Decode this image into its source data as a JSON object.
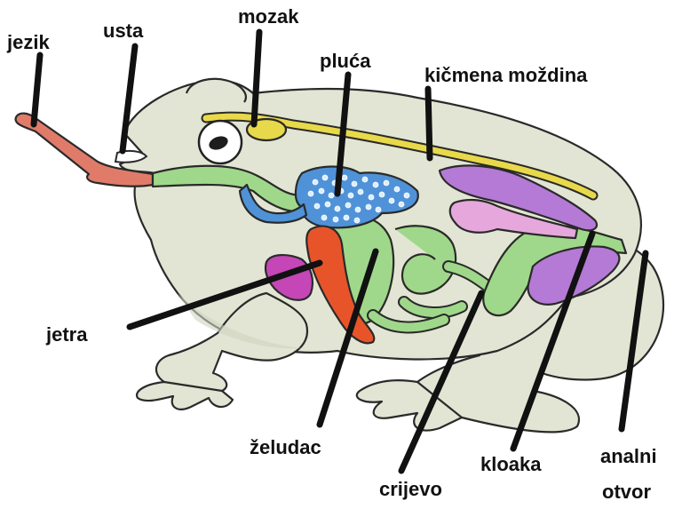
{
  "labels": {
    "jezik": "jezik",
    "usta": "usta",
    "mozak": "mozak",
    "pluca": "pluća",
    "kicmena_mozdina": "kičmena moždina",
    "jetra": "jetra",
    "zeludac": "želudac",
    "crijevo": "crijevo",
    "kloaka": "kloaka",
    "analni_otvor_line1": "analni",
    "analni_otvor_line2": "otvor"
  },
  "colors": {
    "body": "#e2e5d3",
    "body_shadow": "#cfd3bf",
    "tongue": "#e07b6a",
    "brain_spine": "#e8d94a",
    "lungs": "#4f92d8",
    "liver": "#e8542a",
    "gut": "#9fd88a",
    "organ_purple": "#b47ad6",
    "organ_pink": "#e6a8dc",
    "heart_magenta": "#c546b6",
    "leader": "#111111"
  }
}
